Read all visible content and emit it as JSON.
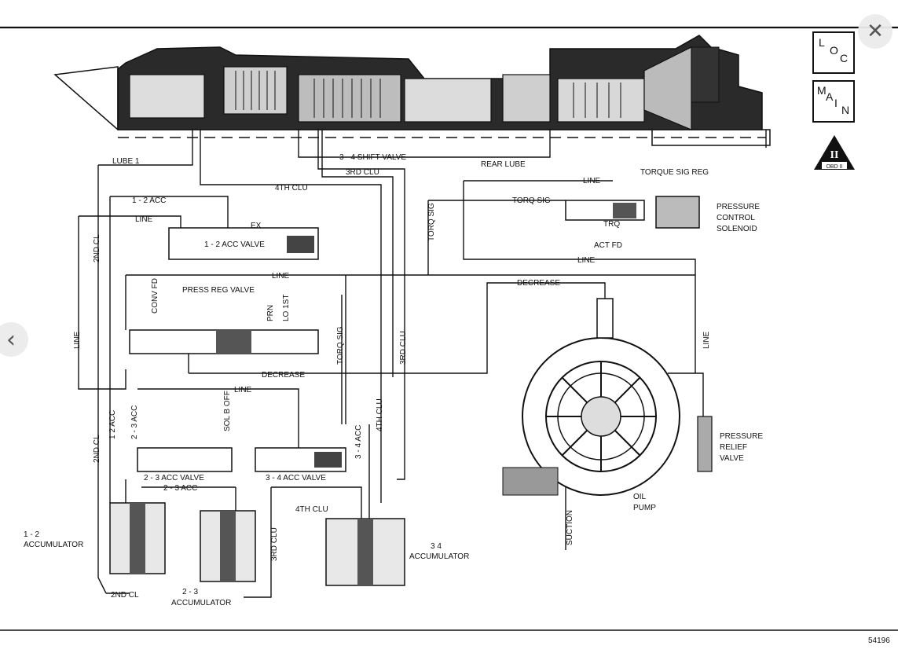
{
  "controls": {
    "close_symbol": "✕",
    "prev_symbol": "‹"
  },
  "side_icons": {
    "loc": [
      "L",
      "O",
      "C"
    ],
    "main": [
      "M",
      "A",
      "I",
      "N"
    ],
    "obd": {
      "roman": "II",
      "text": "OBD II"
    }
  },
  "figure_number": "54196",
  "labels": {
    "lube1": "LUBE 1",
    "shift34": "3 - 4 SHIFT VALVE",
    "rear_lube": "REAR LUBE",
    "clu3": "3RD CLU",
    "clu4": "4TH CLU",
    "torque_sig_reg": "TORQUE SIG REG",
    "line_top": "LINE",
    "torq_sig": "TORQ SIG",
    "pcs": [
      "PRESSURE",
      "CONTROL",
      "SOLENOID"
    ],
    "acc12": "1 - 2 ACC",
    "line_left": "LINE",
    "acc12_valve": "1 - 2 ACC VALVE",
    "ex": "EX",
    "torq_sig_v": "TORQ SIG",
    "act_fd": "ACT FD",
    "trq": "TRQ",
    "line_mid": "LINE",
    "line_right": "LINE",
    "second_cl": "2ND CL",
    "conv_fd": "CONV FD",
    "press_reg": "PRESS REG VALVE",
    "prn": "PRN",
    "lo1st": "LO 1ST",
    "decrease_top": "DECREASE",
    "decrease_bot": "DECREASE",
    "line_vert_left": "LINE",
    "line_vert_right": "LINE",
    "torq_sig_v2": "TORQ SIG",
    "clu3_v": "3RD CLU",
    "line_low": "LINE",
    "sol_b_off": "SOL B OFF",
    "acc23": "2 - 3 ACC",
    "acc12_v": "1  2 ACC",
    "second_cl_v": "2ND CL",
    "acc23_valve": "2 - 3 ACC VALVE",
    "acc34_valve": "3 - 4 ACC VALVE",
    "acc23_b": "2 - 3 ACC",
    "acc34_v": "3 - 4 ACC",
    "clu4_v": "4TH CLU",
    "prv": [
      "PRESSURE",
      "RELIEF",
      "VALVE"
    ],
    "oil_pump": [
      "OIL",
      "PUMP"
    ],
    "suction": "SUCTION",
    "clu4_b": "4TH CLU",
    "acc34": [
      "3   4",
      "ACCUMULATOR"
    ],
    "accum12": [
      "1 - 2",
      "ACCUMULATOR"
    ],
    "second_cl_b": "2ND CL",
    "clu3_b": "3RD CLU",
    "accum23": [
      "2 - 3",
      "ACCUMULATOR"
    ]
  }
}
